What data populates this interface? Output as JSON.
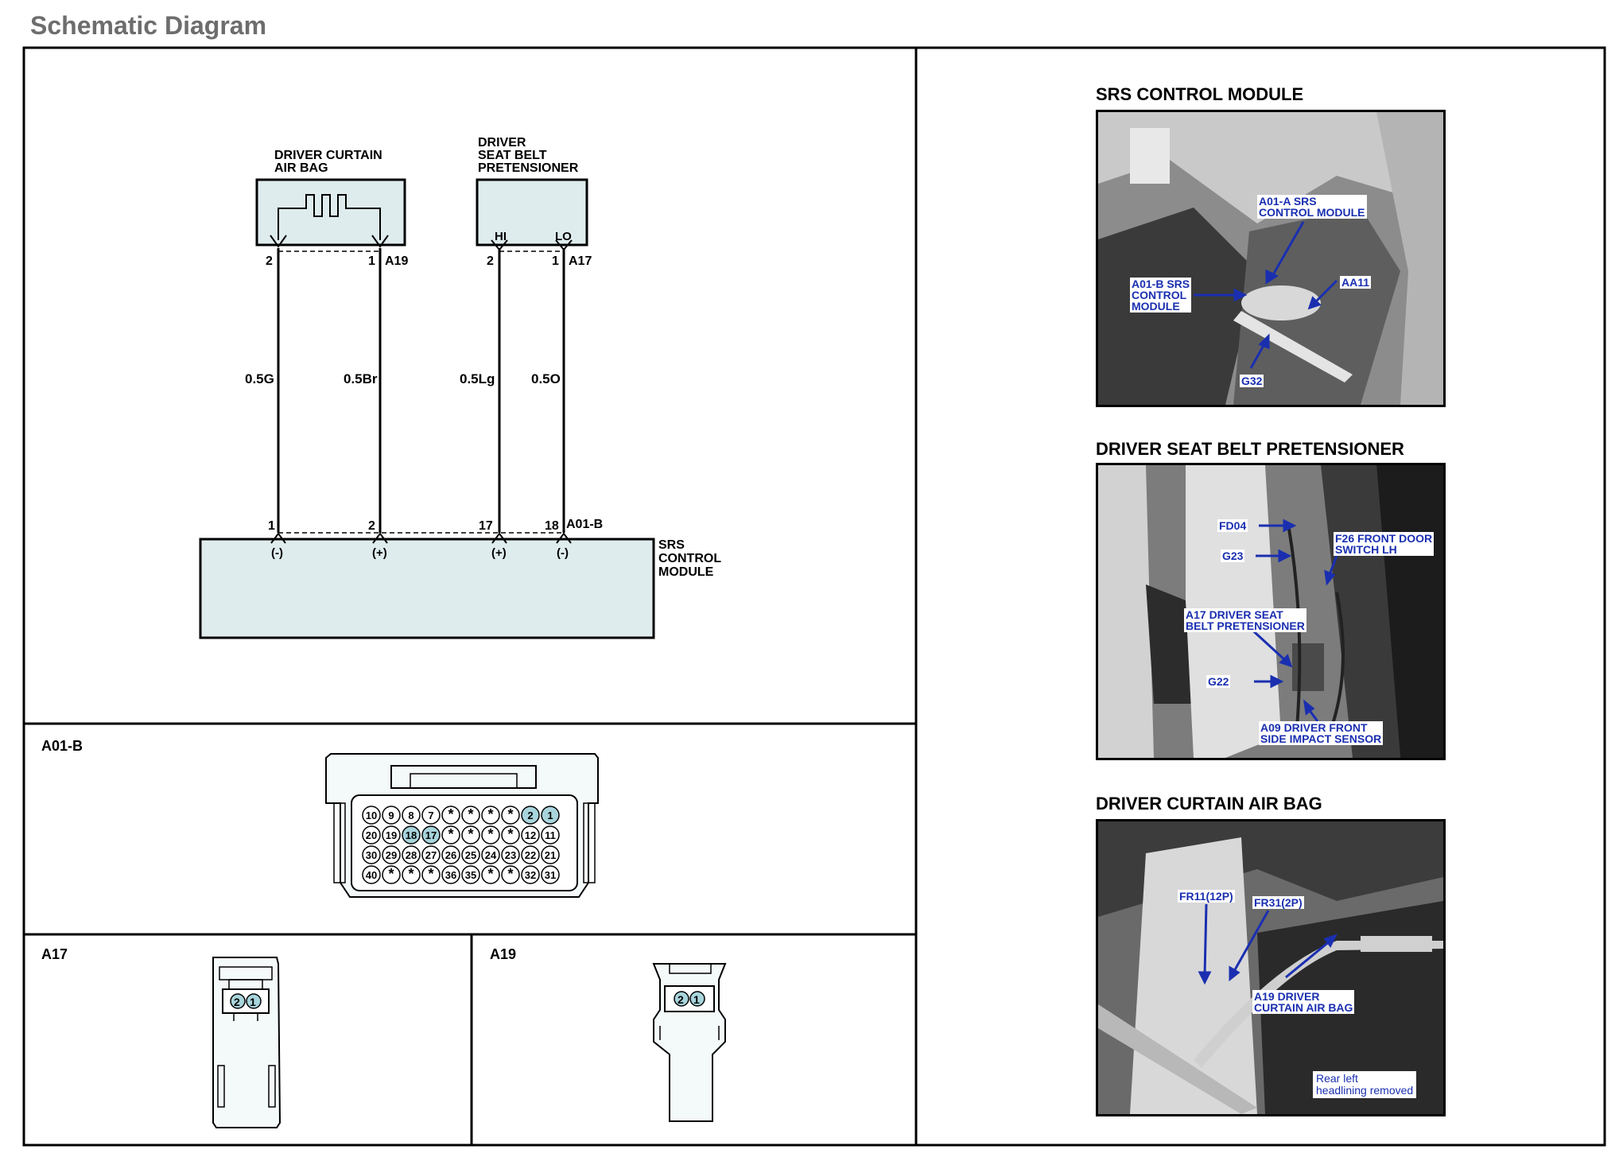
{
  "page": {
    "title": "Schematic Diagram"
  },
  "schematic": {
    "component_top_left": "DRIVER CURTAIN\nAIR BAG",
    "component_top_left_lines": [
      "DRIVER CURTAIN",
      "AIR BAG"
    ],
    "component_top_right_lines": [
      "DRIVER",
      "SEAT BELT",
      "PRETENSIONER"
    ],
    "pins_a19": {
      "left": "2",
      "right": "1",
      "connector": "A19"
    },
    "pins_a17": {
      "hi_label": "HI",
      "lo_label": "LO",
      "left": "2",
      "right": "1",
      "connector": "A17"
    },
    "wires": [
      "0.5G",
      "0.5Br",
      "0.5Lg",
      "0.5O"
    ],
    "module_pins": [
      "1",
      "2",
      "17",
      "18"
    ],
    "module_connector": "A01-B",
    "module_polarity": [
      "(-)",
      "(+)",
      "(+)",
      "(-)"
    ],
    "module_label_lines": [
      "SRS",
      "CONTROL",
      "MODULE"
    ]
  },
  "connectors": {
    "a01b_label": "A01-B",
    "a01b_rows": [
      [
        "10",
        "9",
        "8",
        "7",
        "*",
        "*",
        "*",
        "*",
        "2",
        "1"
      ],
      [
        "20",
        "19",
        "18",
        "17",
        "*",
        "*",
        "*",
        "*",
        "12",
        "11"
      ],
      [
        "30",
        "29",
        "28",
        "27",
        "26",
        "25",
        "24",
        "23",
        "22",
        "21"
      ],
      [
        "40",
        "*",
        "*",
        "*",
        "36",
        "35",
        "*",
        "*",
        "32",
        "31"
      ]
    ],
    "a17_label": "A17",
    "a17_pins": [
      "2",
      "1"
    ],
    "a19_label": "A19",
    "a19_pins": [
      "2",
      "1"
    ]
  },
  "photos": {
    "srs": {
      "title": "SRS CONTROL MODULE",
      "callouts": [
        "A01-A SRS\nCONTROL MODULE",
        "A01-B SRS\nCONTROL\nMODULE",
        "AA11",
        "G32"
      ]
    },
    "seatbelt": {
      "title": "DRIVER SEAT BELT PRETENSIONER",
      "callouts": [
        "FD04",
        "G23",
        "F26 FRONT DOOR\nSWITCH LH",
        "A17 DRIVER SEAT\nBELT PRETENSIONER",
        "G22",
        "A09 DRIVER FRONT\nSIDE IMPACT SENSOR"
      ]
    },
    "curtain": {
      "title": "DRIVER CURTAIN AIR BAG",
      "callouts": [
        "FR11(12P)",
        "FR31(2P)",
        "A19 DRIVER\nCURTAIN AIR BAG"
      ],
      "note": "Rear left\nheadlining removed"
    }
  },
  "colors": {
    "highlight_pin": "#a8d4dc",
    "module_fill": "#dfecee",
    "callout_text": "#1a2fb0",
    "arrow": "#1a2fb0",
    "title_gray": "#6d6d6d"
  }
}
